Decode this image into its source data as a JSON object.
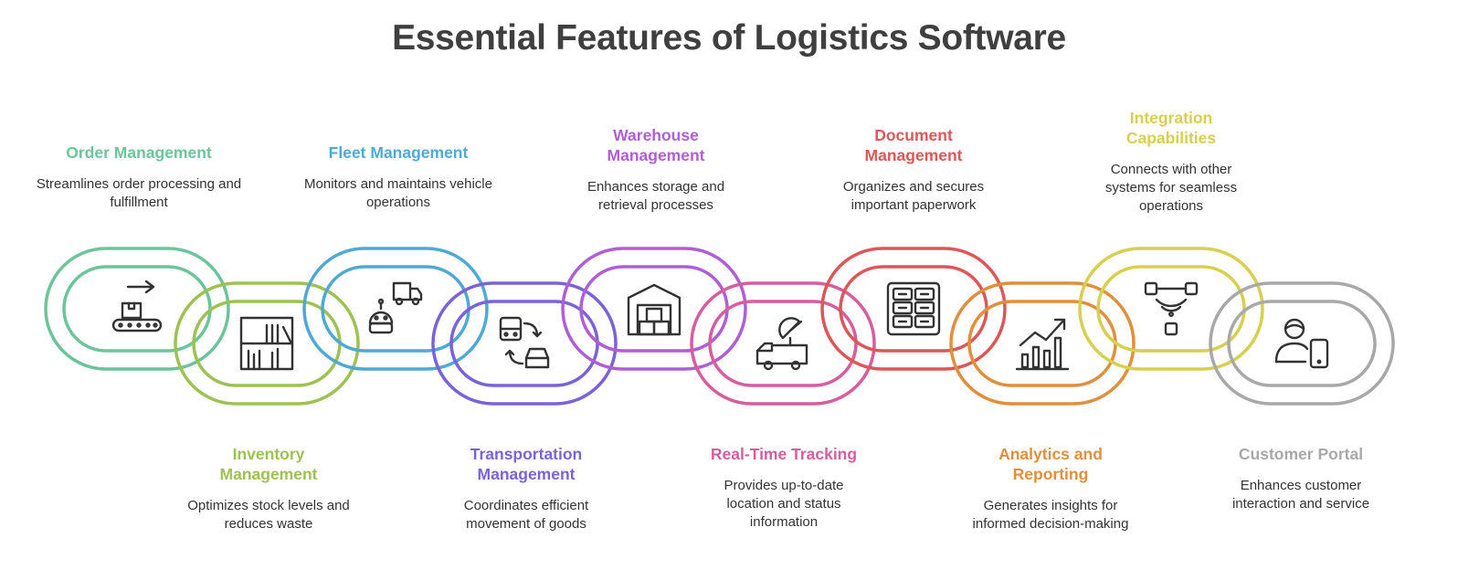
{
  "title": "Essential Features of Logistics Software",
  "features": [
    {
      "title": "Order Management",
      "desc": "Streamlines order processing and fulfillment",
      "color": "#6cc49a",
      "icon": "conveyor-package-icon"
    },
    {
      "title": "Inventory Management",
      "desc": "Optimizes stock levels and reduces waste",
      "color": "#9dc254",
      "icon": "shelf-books-icon"
    },
    {
      "title": "Fleet Management",
      "desc": "Monitors and maintains vehicle operations",
      "color": "#4fa9d4",
      "icon": "robot-truck-icon"
    },
    {
      "title": "Transportation Management",
      "desc": "Coordinates efficient movement of goods",
      "color": "#7a63d8",
      "icon": "bus-car-icon"
    },
    {
      "title": "Warehouse Management",
      "desc": "Enhances storage and retrieval processes",
      "color": "#b05ed6",
      "icon": "warehouse-icon"
    },
    {
      "title": "Real-Time Tracking",
      "desc": "Provides up-to-date location and status information",
      "color": "#d65d9e",
      "icon": "satellite-truck-icon"
    },
    {
      "title": "Document Management",
      "desc": "Organizes and secures important paperwork",
      "color": "#dc5757",
      "icon": "filing-cabinet-icon"
    },
    {
      "title": "Analytics and Reporting",
      "desc": "Generates insights for informed decision-making",
      "color": "#e08f3c",
      "icon": "growth-chart-icon"
    },
    {
      "title": "Integration Capabilities",
      "desc": "Connects with other systems for seamless operations",
      "color": "#d7cf4f",
      "icon": "network-wifi-icon"
    },
    {
      "title": "Customer Portal",
      "desc": "Enhances customer interaction and service",
      "color": "#a8a8a8",
      "icon": "user-tablet-icon"
    }
  ]
}
